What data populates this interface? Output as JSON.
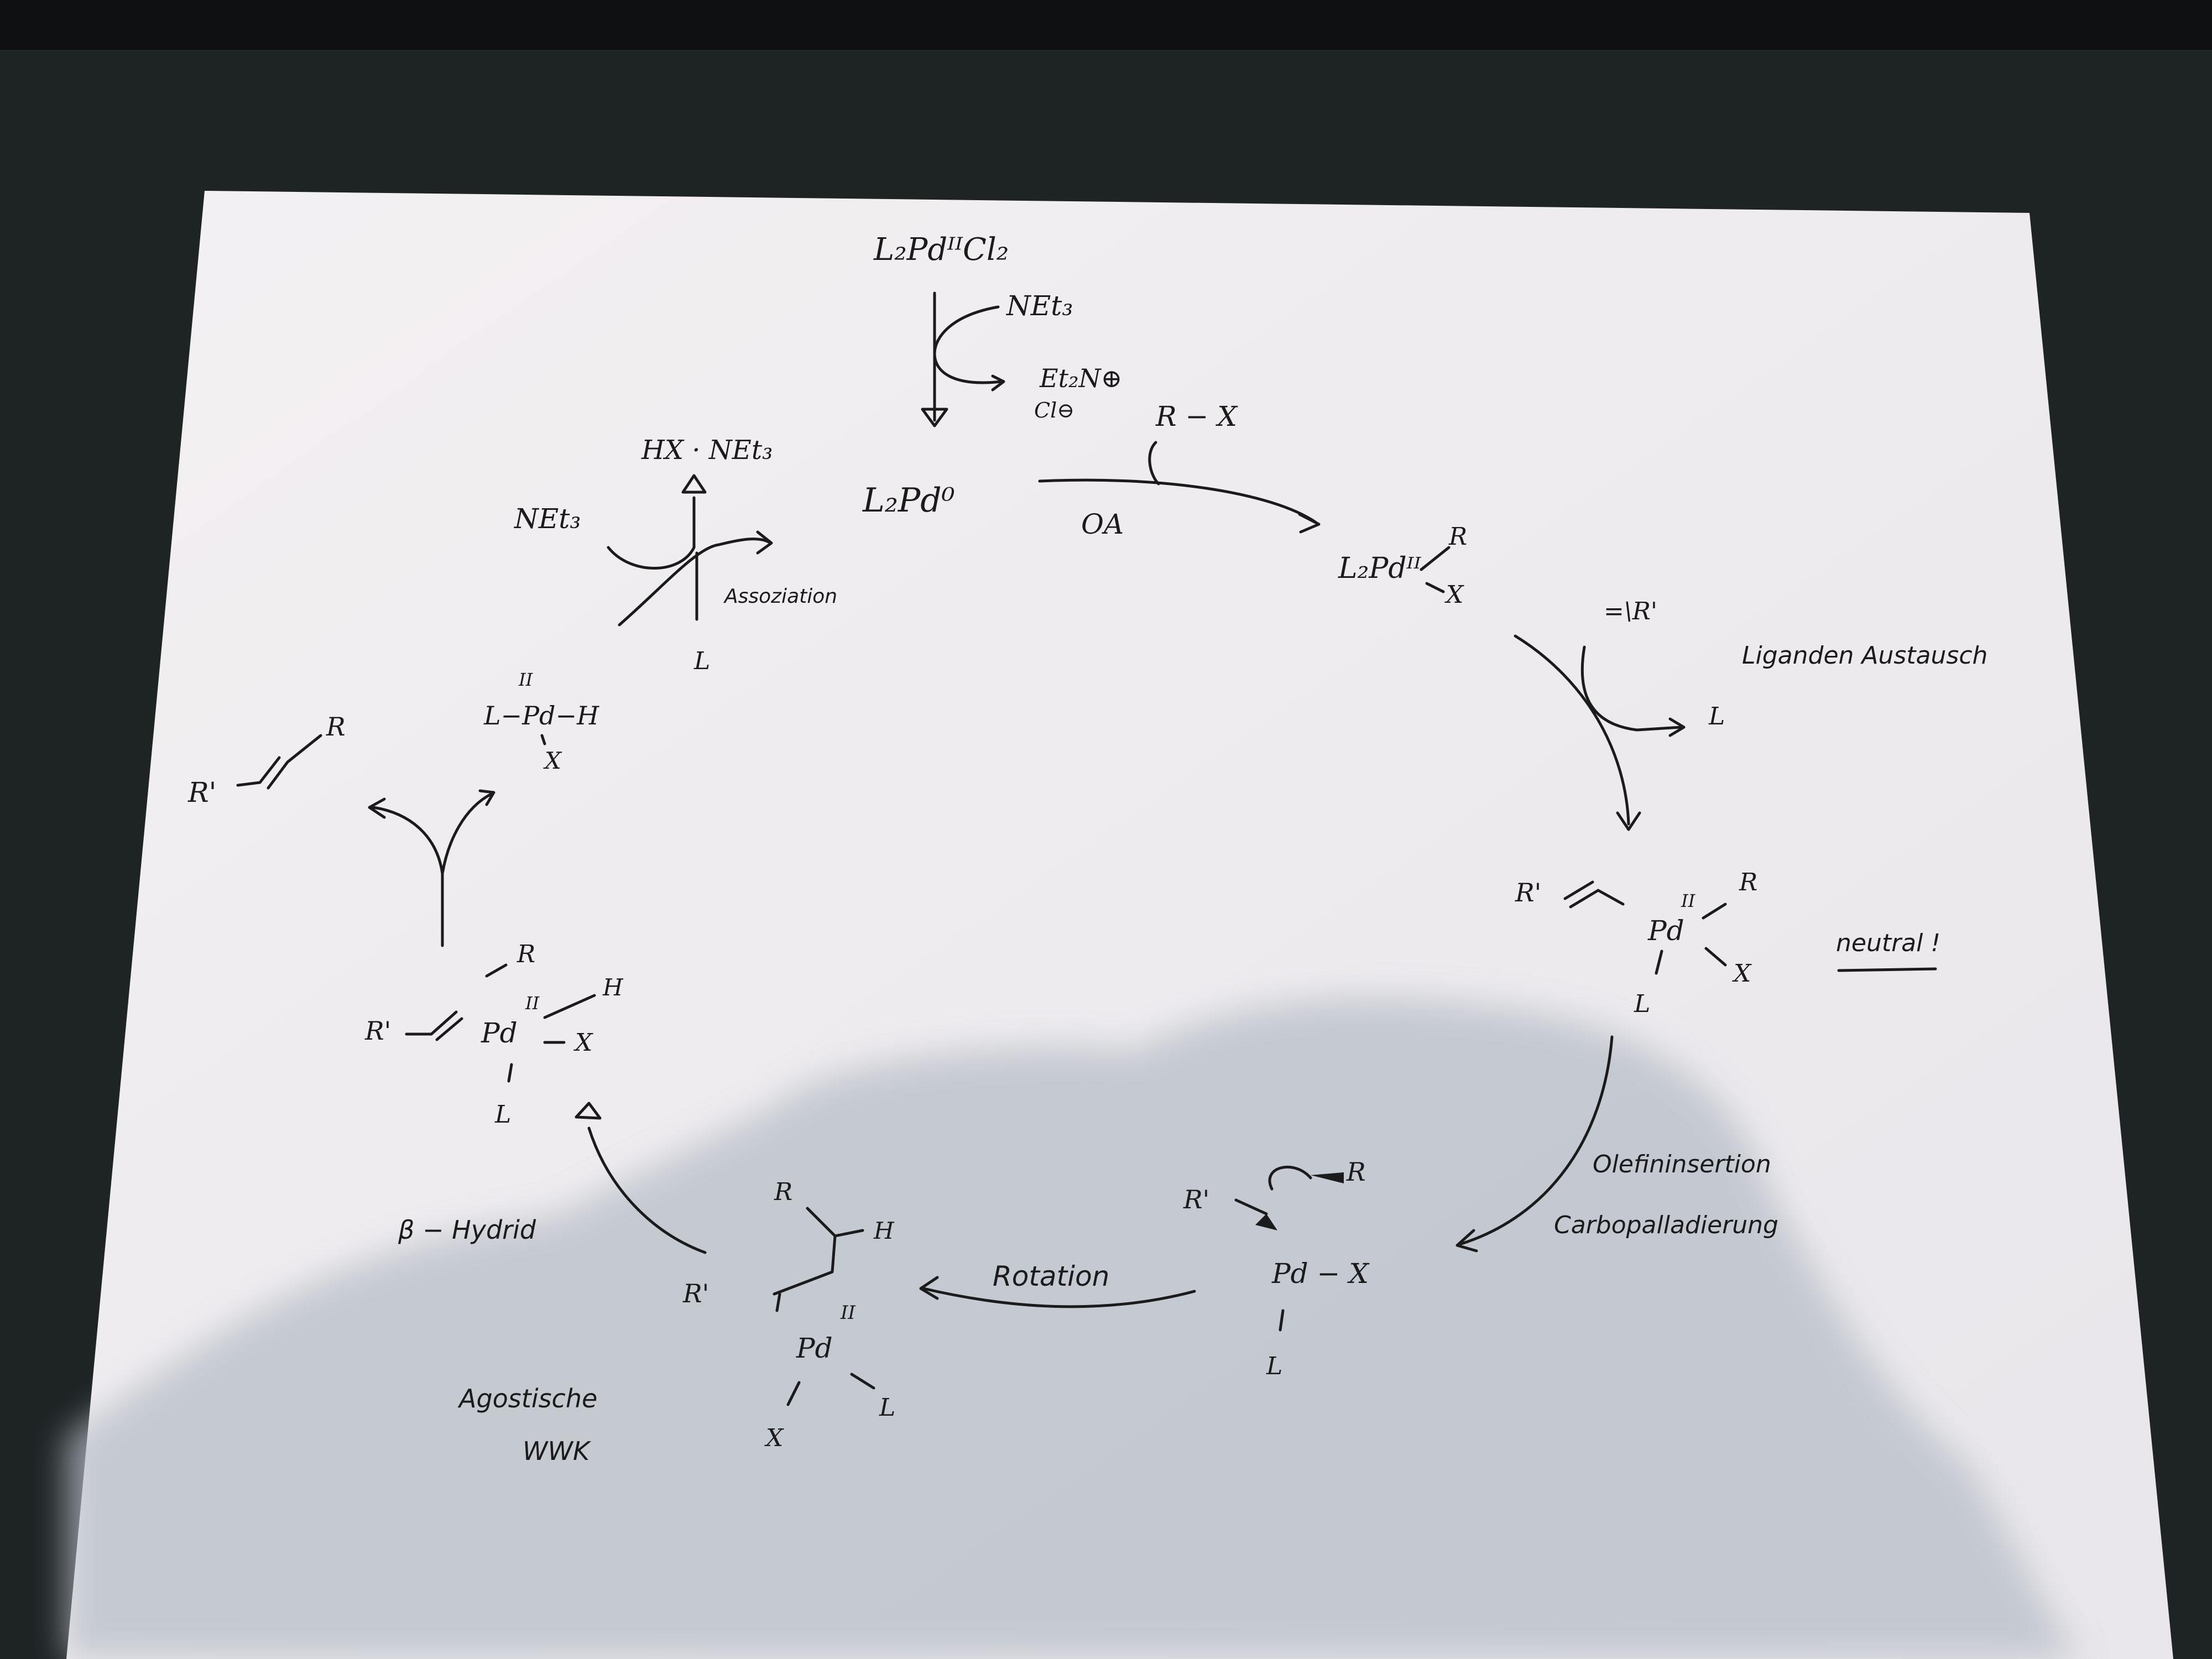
{
  "precatalyst": {
    "formula": "L₂PdᴵᴵCl₂",
    "reagent_in": "NEt₃",
    "byproduct_out": "Et₂N⊕",
    "counterion": "Cl⊖"
  },
  "catalyst": {
    "formula": "L₂Pd⁰"
  },
  "step_oa": {
    "label": "OA",
    "reagent": "R − X"
  },
  "int_oa": {
    "formula": "L₂Pdᴵᴵ",
    "r": "R",
    "x": "X"
  },
  "step_ligand": {
    "label": "Liganden Austausch",
    "incoming": "=\\R'",
    "outgoing": "L"
  },
  "int_pi": {
    "rp": "R'",
    "pd": "Pd",
    "ox": "II",
    "r": "R",
    "x": "X",
    "l": "L",
    "note": "neutral !"
  },
  "step_insertion": {
    "label1": "Olefininsertion",
    "label2": "Carbopalladierung"
  },
  "int_alkyl": {
    "rp": "R'",
    "r": "R",
    "pd_x": "Pd − X",
    "l": "L"
  },
  "step_rotation": {
    "label": "Rotation"
  },
  "int_agostic": {
    "r": "R",
    "h": "H",
    "rp": "R'",
    "pd": "Pd",
    "ox": "II",
    "l": "L",
    "x": "X",
    "label1": "Agostische",
    "label2": "WWK"
  },
  "step_beta": {
    "label": "β − Hydrid"
  },
  "int_hydride": {
    "r": "R",
    "h": "H",
    "rp": "R'",
    "pd": "Pd",
    "ox": "II",
    "x": "X",
    "l": "L"
  },
  "product": {
    "rp": "R'",
    "r": "R"
  },
  "int_pdh": {
    "formula": "L−Pd−H",
    "ox": "II",
    "x": "X"
  },
  "step_regen": {
    "label": "Assoziation",
    "base_in": "NEt₃",
    "byproduct_out": "HX · NEt₃",
    "ligand": "L"
  },
  "colors": {
    "paper": "#f1eff1",
    "ink": "#1b1b1b",
    "shadow": "#b9c0c9",
    "background": "#1e2324"
  }
}
